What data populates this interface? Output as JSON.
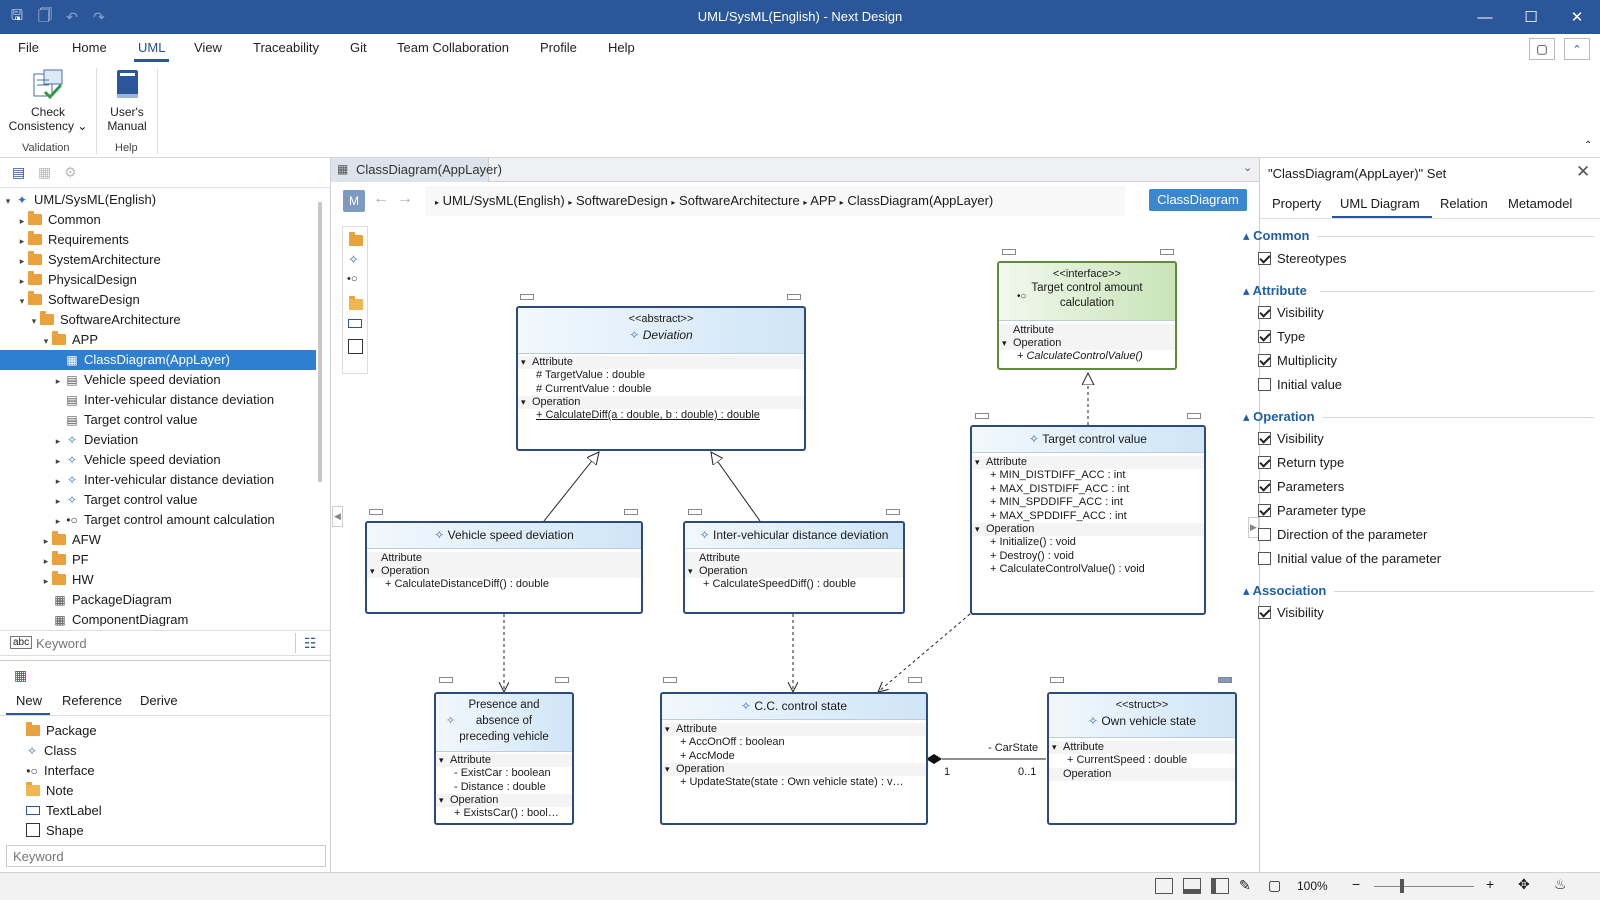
{
  "app": {
    "title": "UML/SysML(English) - Next Design"
  },
  "menu": [
    "File",
    "Home",
    "UML",
    "View",
    "Traceability",
    "Git",
    "Team Collaboration",
    "Profile",
    "Help"
  ],
  "ribbon": {
    "check_label_1": "Check",
    "check_label_2": "Consistency",
    "manual_label_1": "User's",
    "manual_label_2": "Manual",
    "group_validation": "Validation",
    "group_help": "Help"
  },
  "tree": {
    "root": "UML/SysML(English)",
    "items": [
      "Common",
      "Requirements",
      "SystemArchitecture",
      "PhysicalDesign",
      "SoftwareDesign",
      "SoftwareArchitecture",
      "APP",
      "ClassDiagram(AppLayer)",
      "Vehicle speed deviation",
      "Inter-vehicular distance deviation",
      "Target control value",
      "Deviation",
      "Vehicle speed deviation",
      "Inter-vehicular distance deviation",
      "Target control value",
      "Target control amount calculation",
      "AFW",
      "PF",
      "HW",
      "PackageDiagram",
      "ComponentDiagram"
    ],
    "search_placeholder": "Keyword"
  },
  "bottom_panel": {
    "tabs": [
      "New",
      "Reference",
      "Derive"
    ],
    "items": [
      "Package",
      "Class",
      "Interface",
      "Note",
      "TextLabel",
      "Shape"
    ],
    "search_placeholder": "Keyword"
  },
  "editor": {
    "tab_title": "ClassDiagram(AppLayer)",
    "m_button": "M",
    "breadcrumb": [
      "UML/SysML(English)",
      "SoftwareDesign",
      "SoftwareArchitecture",
      "APP",
      "ClassDiagram(AppLayer)"
    ],
    "badge": "ClassDiagram"
  },
  "diagram": {
    "deviation": {
      "stereo": "<<abstract>>",
      "name": "Deviation",
      "attr_h": "Attribute",
      "a1": "# TargetValue : double",
      "a2": "# CurrentValue : double",
      "op_h": "Operation",
      "o1": "+ CalculateDiff(a : double, b : double) : double"
    },
    "speed": {
      "name": "Vehicle speed deviation",
      "attr_h": "Attribute",
      "op_h": "Operation",
      "o1": "+ CalculateDistanceDiff() : double"
    },
    "inter": {
      "name": "Inter-vehicular distance deviation",
      "attr_h": "Attribute",
      "op_h": "Operation",
      "o1": "+ CalculateSpeedDiff() : double"
    },
    "iface": {
      "stereo": "<<interface>>",
      "name1": "Target control amount",
      "name2": "calculation",
      "attr_h": "Attribute",
      "op_h": "Operation",
      "o1": "+ CalculateControlValue()"
    },
    "tcv": {
      "name": "Target control value",
      "attr_h": "Attribute",
      "a1": "+ MIN_DISTDIFF_ACC : int",
      "a2": "+ MAX_DISTDIFF_ACC : int",
      "a3": "+ MIN_SPDDIFF_ACC : int",
      "a4": "+ MAX_SPDDIFF_ACC : int",
      "op_h": "Operation",
      "o1": "+ Initialize() : void",
      "o2": "+ Destroy() : void",
      "o3": "+ CalculateControlValue() : void"
    },
    "presence": {
      "name1": "Presence and",
      "name2": "absence of",
      "name3": "preceding vehicle",
      "attr_h": "Attribute",
      "a1": "- ExistCar : boolean",
      "a2": "- Distance : double",
      "op_h": "Operation",
      "o1": "+ ExistsCar() : bool…"
    },
    "cc": {
      "name": "C.C. control state",
      "attr_h": "Attribute",
      "a1": "+ AccOnOff : boolean",
      "a2": "+ AccMode",
      "op_h": "Operation",
      "o1": "+ UpdateState(state : Own vehicle state) : v…"
    },
    "own": {
      "stereo": "<<struct>>",
      "name": "Own vehicle state",
      "attr_h": "Attribute",
      "a1": "+ CurrentSpeed : double",
      "op_h": "Operation"
    },
    "assoc": {
      "role": "- CarState",
      "m1": "1",
      "m2": "0..1"
    }
  },
  "props": {
    "title": "\"ClassDiagram(AppLayer)\" Set",
    "tabs": [
      "Property",
      "UML Diagram",
      "Relation",
      "Metamodel"
    ],
    "common": {
      "h": "Common",
      "items": [
        {
          "label": "Stereotypes",
          "on": true
        }
      ]
    },
    "attribute": {
      "h": "Attribute",
      "items": [
        {
          "label": "Visibility",
          "on": true
        },
        {
          "label": "Type",
          "on": true
        },
        {
          "label": "Multiplicity",
          "on": true
        },
        {
          "label": "Initial value",
          "on": false
        }
      ]
    },
    "operation": {
      "h": "Operation",
      "items": [
        {
          "label": "Visibility",
          "on": true
        },
        {
          "label": "Return type",
          "on": true
        },
        {
          "label": "Parameters",
          "on": true
        },
        {
          "label": "Parameter type",
          "on": true
        },
        {
          "label": "Direction of the parameter",
          "on": false
        },
        {
          "label": "Initial value of the parameter",
          "on": false
        }
      ]
    },
    "association": {
      "h": "Association",
      "items": [
        {
          "label": "Visibility",
          "on": true
        }
      ]
    }
  },
  "status": {
    "zoom": "100%"
  },
  "colors": {
    "accent": "#2b579a",
    "selection": "#2e7fd1",
    "badge": "#3a86cf"
  }
}
